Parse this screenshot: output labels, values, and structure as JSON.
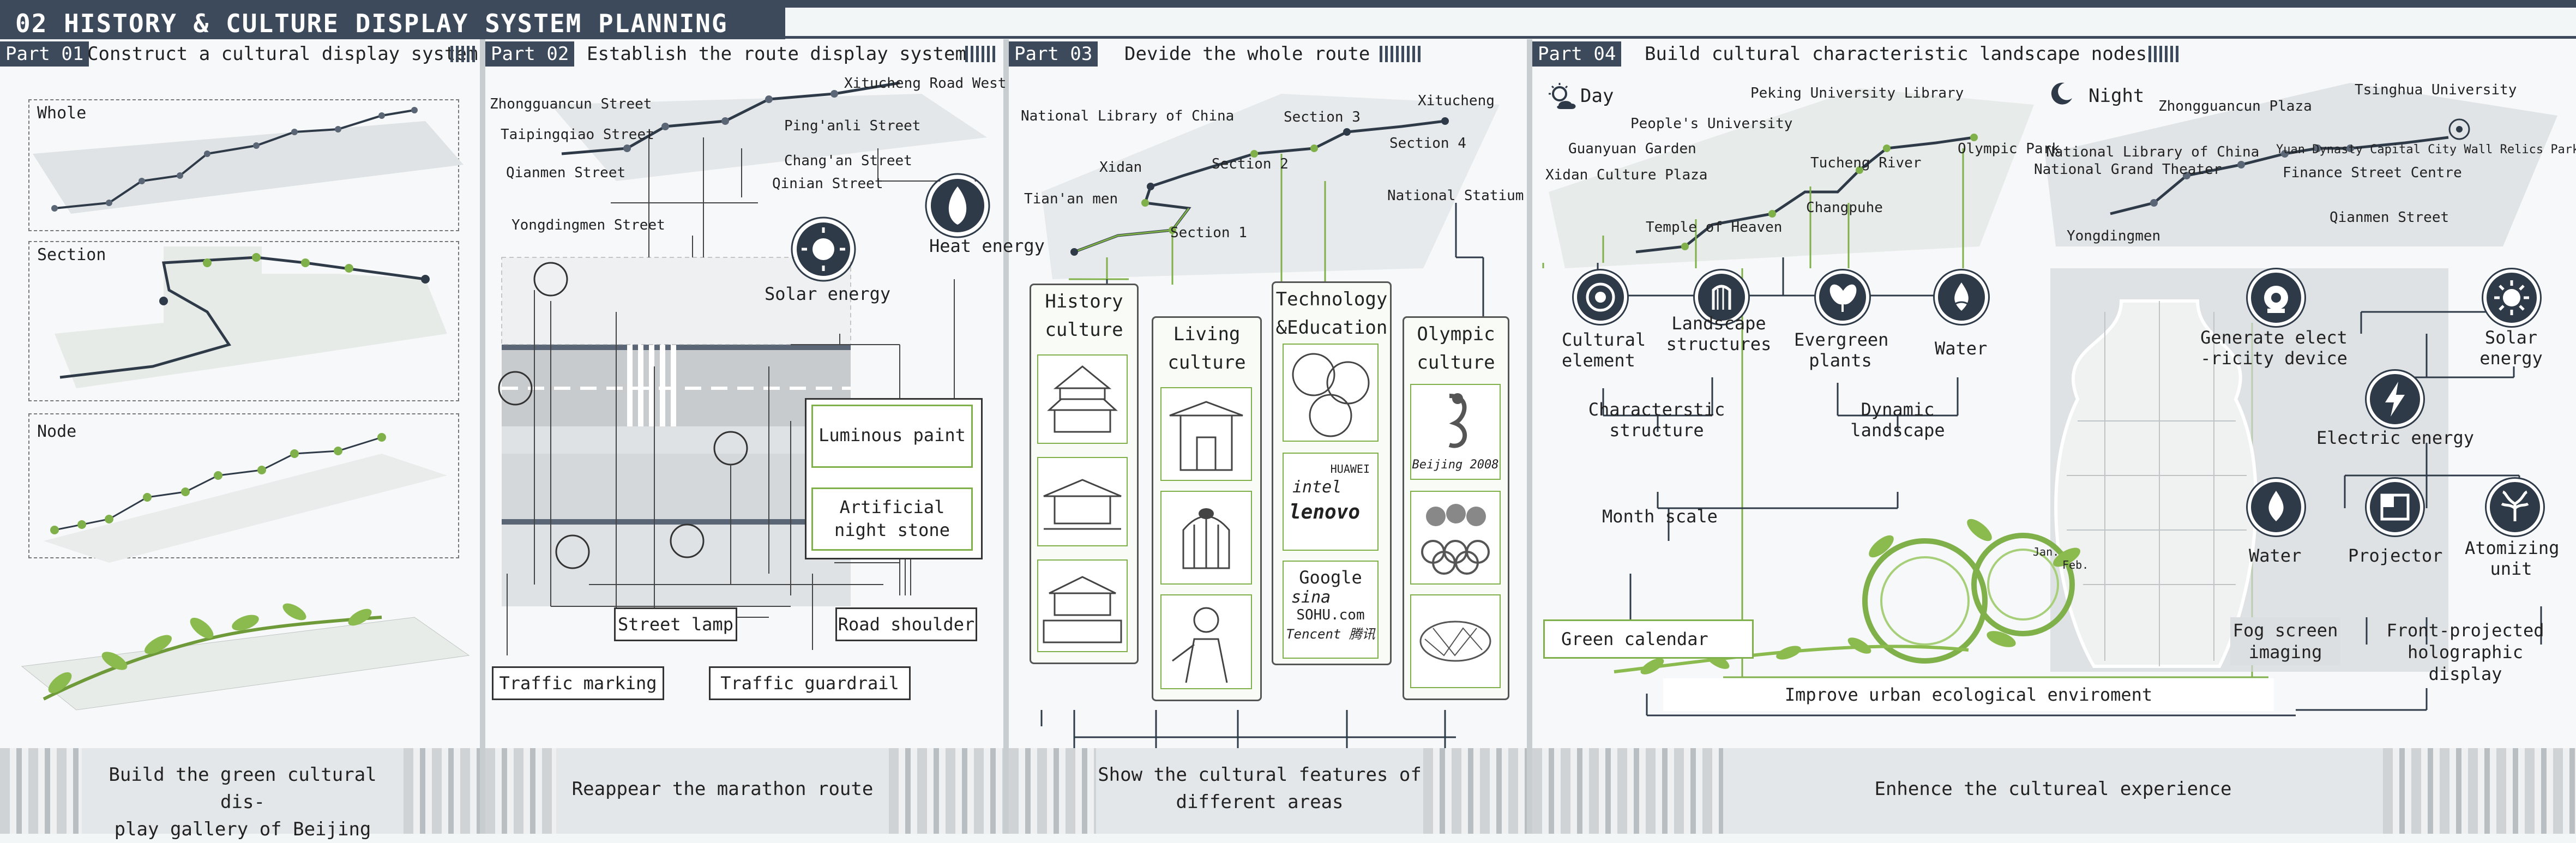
{
  "title": "02 HISTORY & CULTURE DISPLAY SYSTEM PLANNING",
  "parts": [
    {
      "tag": "Part 01",
      "title": "Construct a cultural display system"
    },
    {
      "tag": "Part 02",
      "title": "Establish the route display system"
    },
    {
      "tag": "Part 03",
      "title": "Devide the whole route"
    },
    {
      "tag": "Part 04",
      "title": "Build cultural characteristic landscape nodes"
    }
  ],
  "part1": {
    "levels": [
      "Whole",
      "Section",
      "Node"
    ],
    "bottom": "Build the green cultural dis-\nplay gallery of Beijing"
  },
  "part2": {
    "streets": [
      "Zhongguancun Street",
      "Taipingqiao Street",
      "Qianmen Street",
      "Yongdingmen Street",
      "Xitucheng Road West",
      "Ping'anli Street",
      "Chang'an Street",
      "Qinian Street"
    ],
    "energy": [
      "Solar energy",
      "Heat energy"
    ],
    "materials": [
      "Luminous paint",
      "Artificial\nnight stone"
    ],
    "elements": [
      "Street lamp",
      "Road shoulder",
      "Traffic marking",
      "Traffic guardrail"
    ],
    "bottom": "Reappear the marathon route"
  },
  "part3": {
    "places": [
      "National Library of China",
      "Xidan",
      "Tian'an men",
      "Xitucheng",
      "National Statium"
    ],
    "sections": [
      "Section 1",
      "Section 2",
      "Section 3",
      "Section 4"
    ],
    "columns": [
      "History\nculture",
      "Living\nculture",
      "Technology\n&Education",
      "Olympic\nculture"
    ],
    "brand_text": [
      "HUAWEI",
      "intel",
      "lenovo",
      "Google",
      "sina",
      "SOHU.com",
      "Tencent 腾讯",
      "Beijing 2008"
    ],
    "bottom": "Show the cultural features of\ndifferent areas"
  },
  "part4": {
    "day": "Day",
    "night": "Night",
    "day_places": [
      "Peking University Library",
      "People's University",
      "Guanyuan Garden",
      "Xidan Culture Plaza",
      "Temple of Heaven",
      "Tucheng River",
      "Olympic Park",
      "Changpuhe"
    ],
    "night_places": [
      "Tsinghua University",
      "Zhongguancun Plaza",
      "National Library of China",
      "National Grand Theater",
      "Yuan Dynasty Capital City Wall Relics Park",
      "Finance Street Centre",
      "Qianmen Street",
      "Yongdingmen"
    ],
    "day_icons": [
      "Cultural\nelement",
      "Landscape\nstructures",
      "Evergreen\nplants",
      "Water"
    ],
    "day_groups": [
      "Characterstic\nstructure",
      "Dynamic\nlandscape"
    ],
    "month_scale": "Month scale",
    "green_calendar": "Green calendar",
    "months": [
      "Jan.",
      "Feb."
    ],
    "night_icons": [
      "Generate elect\n-ricity device",
      "Solar\nenergy",
      "Electric energy",
      "Water",
      "Projector",
      "Atomizing\nunit"
    ],
    "fog": "Fog screen\nimaging",
    "holo": "Front-projected\nholographic display",
    "improve": "Improve urban ecological enviroment",
    "bottom": "Enhence the cultureal experience"
  },
  "colors": {
    "navy": "#3d4a5c",
    "green": "#7fb04a",
    "dark": "#2f3a48"
  }
}
